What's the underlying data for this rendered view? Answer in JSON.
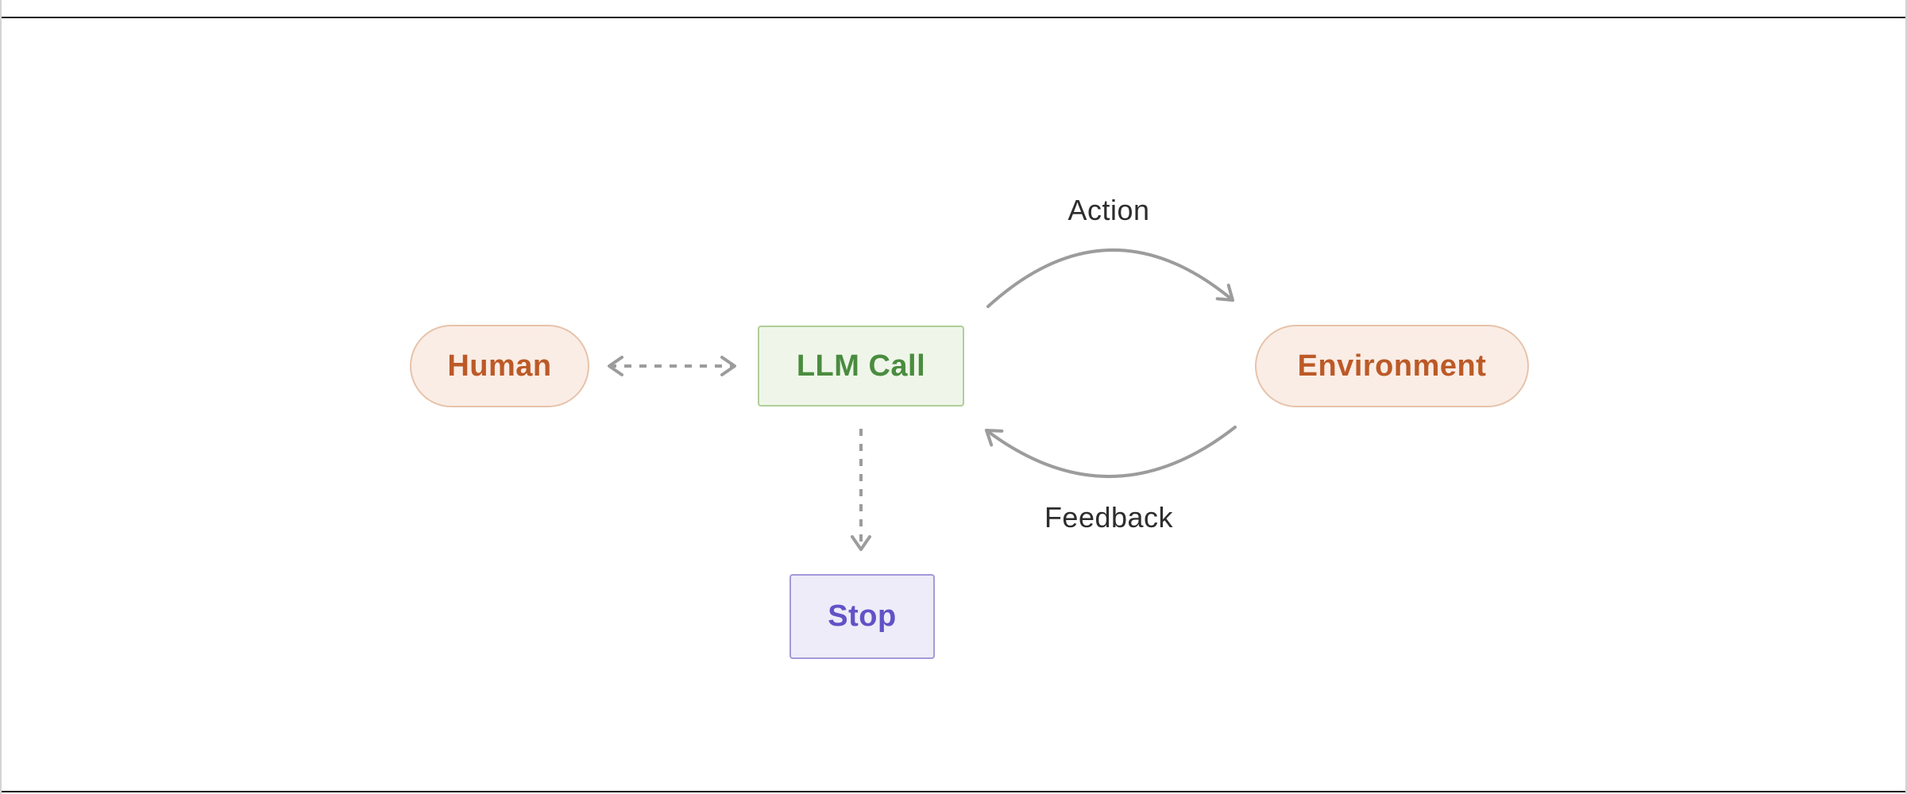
{
  "colors": {
    "canvas_bg": "#FFFFFF",
    "frame_side_line": "#D4D4D4",
    "frame_rule": "#141414",
    "node_orange_bg": "#FAEDE6",
    "node_orange_border": "#E7C3AA",
    "node_orange_text": "#BC5A27",
    "node_green_bg": "#EFF6E9",
    "node_green_border": "#AFCF98",
    "node_green_text": "#4A8C3F",
    "node_purple_bg": "#EEECF8",
    "node_purple_border": "#A29ADB",
    "node_purple_text": "#6152C7",
    "arrow_gray": "#9C9C9C",
    "edge_label_text": "#2D2D2D"
  },
  "diagram": {
    "nodes": {
      "human": {
        "label": "Human",
        "shape": "pill"
      },
      "llm_call": {
        "label": "LLM Call",
        "shape": "rect"
      },
      "environment": {
        "label": "Environment",
        "shape": "pill"
      },
      "stop": {
        "label": "Stop",
        "shape": "rect"
      }
    },
    "edges": [
      {
        "id": "human-llm",
        "from": "human",
        "to": "llm_call",
        "style": "dashed",
        "bidirectional": true,
        "label": ""
      },
      {
        "id": "action",
        "from": "llm_call",
        "to": "environment",
        "style": "solid-arc",
        "label": "Action"
      },
      {
        "id": "feedback",
        "from": "environment",
        "to": "llm_call",
        "style": "solid-arc",
        "label": "Feedback"
      },
      {
        "id": "llm-stop",
        "from": "llm_call",
        "to": "stop",
        "style": "dashed",
        "bidirectional": false,
        "label": ""
      }
    ]
  }
}
